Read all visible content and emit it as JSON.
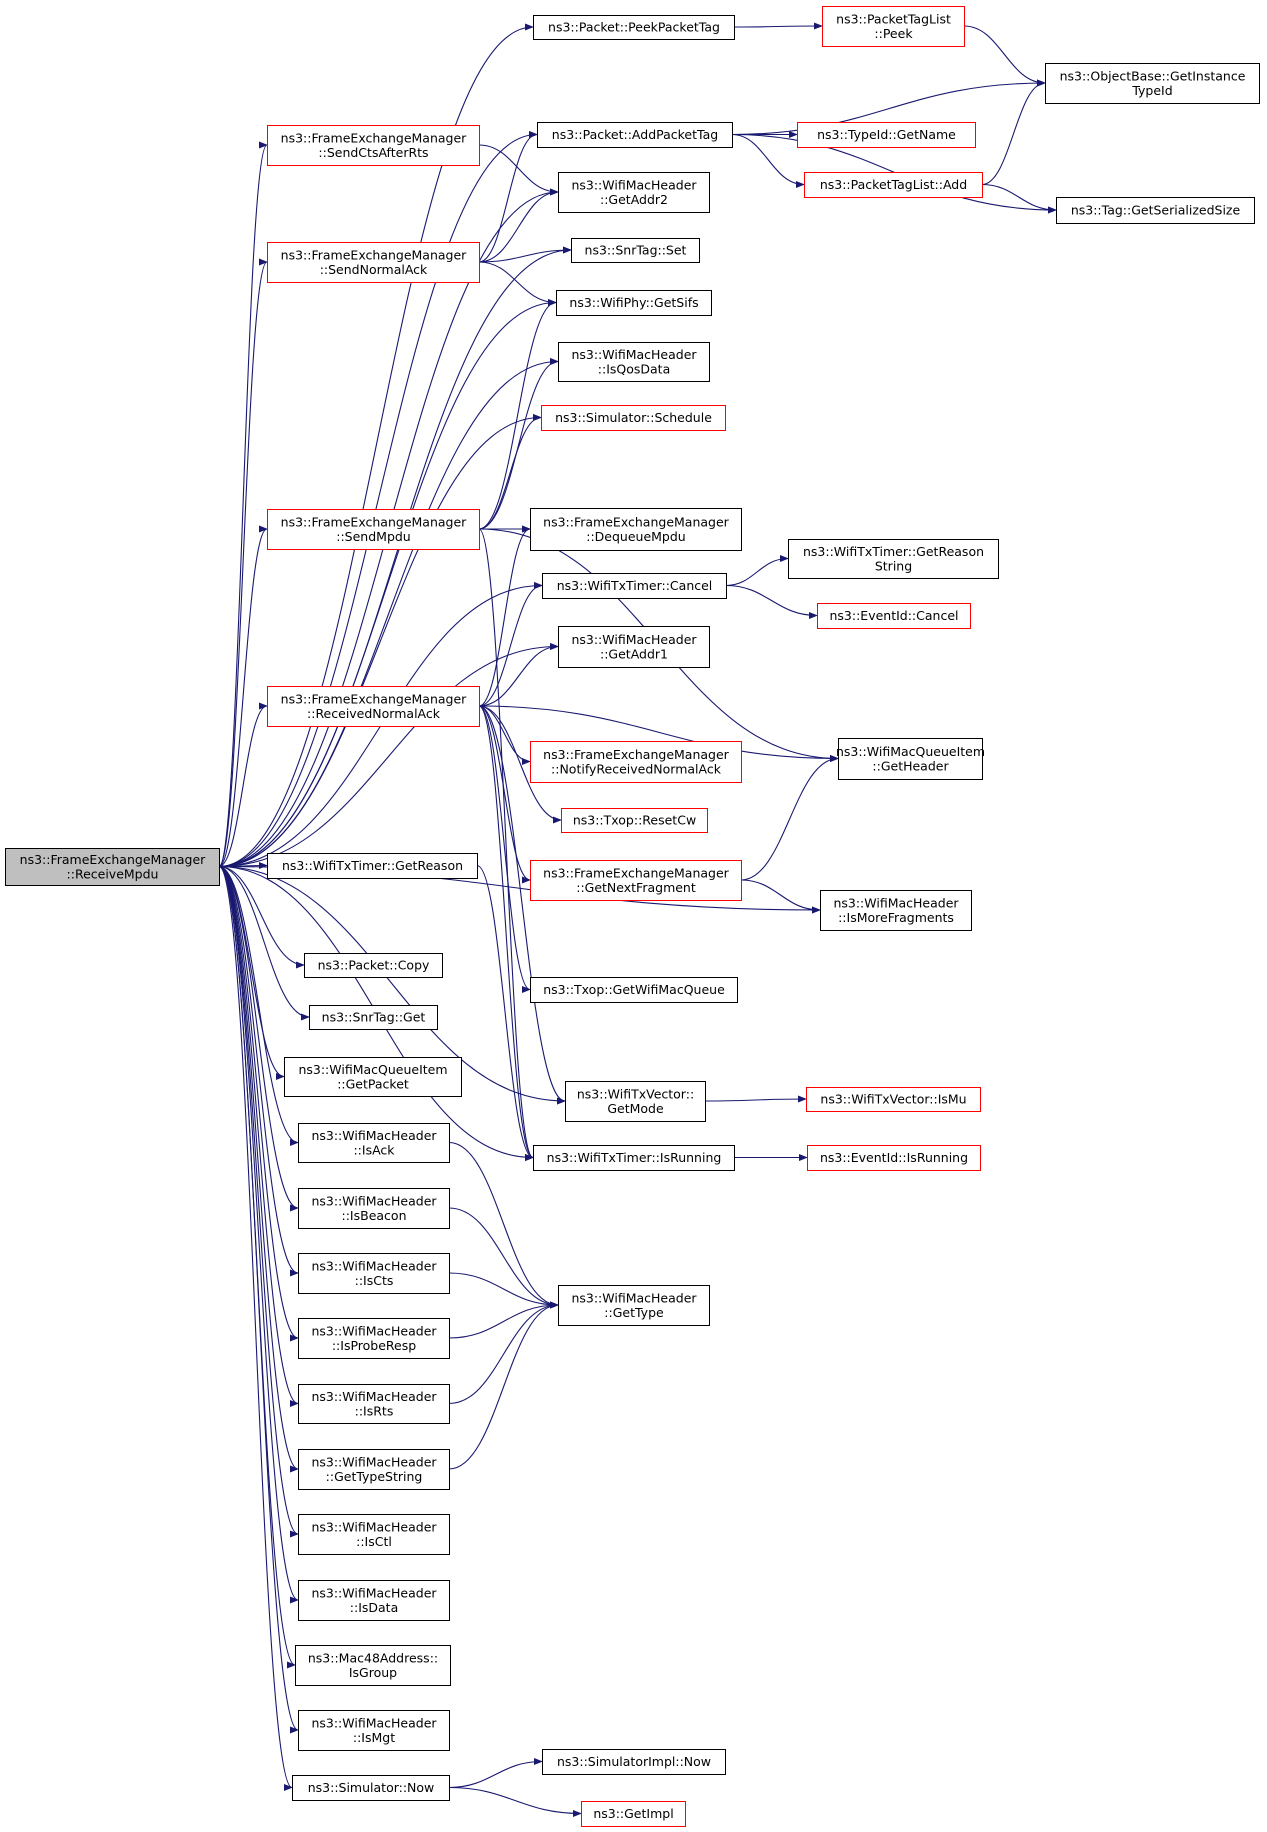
{
  "colors": {
    "edge": "#191970",
    "border_normal": "#000000",
    "border_truncated": "#ff0000",
    "root_fill": "#bfbfbf",
    "node_fill": "#ffffff"
  },
  "nodes": [
    {
      "id": "root",
      "lines": [
        "ns3::FrameExchangeManager",
        "::ReceiveMpdu"
      ],
      "style": "root"
    },
    {
      "id": "peekPacketTag",
      "lines": [
        "ns3::Packet::PeekPacketTag"
      ],
      "style": "normal"
    },
    {
      "id": "ptlPeek",
      "lines": [
        "ns3::PacketTagList",
        "::Peek"
      ],
      "style": "truncated"
    },
    {
      "id": "getInstanceTypeId",
      "lines": [
        "ns3::ObjectBase::GetInstance",
        "TypeId"
      ],
      "style": "normal"
    },
    {
      "id": "addPacketTag",
      "lines": [
        "ns3::Packet::AddPacketTag"
      ],
      "style": "normal"
    },
    {
      "id": "typeIdGetName",
      "lines": [
        "ns3::TypeId::GetName"
      ],
      "style": "truncated"
    },
    {
      "id": "ptlAdd",
      "lines": [
        "ns3::PacketTagList::Add"
      ],
      "style": "truncated"
    },
    {
      "id": "tagGetSerializedSize",
      "lines": [
        "ns3::Tag::GetSerializedSize"
      ],
      "style": "normal"
    },
    {
      "id": "sendCtsAfterRts",
      "lines": [
        "ns3::FrameExchangeManager",
        "::SendCtsAfterRts"
      ],
      "style": "truncated"
    },
    {
      "id": "getAddr2",
      "lines": [
        "ns3::WifiMacHeader",
        "::GetAddr2"
      ],
      "style": "normal"
    },
    {
      "id": "sendNormalAck",
      "lines": [
        "ns3::FrameExchangeManager",
        "::SendNormalAck"
      ],
      "style": "truncated"
    },
    {
      "id": "snrTagSet",
      "lines": [
        "ns3::SnrTag::Set"
      ],
      "style": "normal"
    },
    {
      "id": "getSifs",
      "lines": [
        "ns3::WifiPhy::GetSifs"
      ],
      "style": "normal"
    },
    {
      "id": "isQosData",
      "lines": [
        "ns3::WifiMacHeader",
        "::IsQosData"
      ],
      "style": "normal"
    },
    {
      "id": "simSchedule",
      "lines": [
        "ns3::Simulator::Schedule"
      ],
      "style": "truncated"
    },
    {
      "id": "sendMpdu",
      "lines": [
        "ns3::FrameExchangeManager",
        "::SendMpdu"
      ],
      "style": "truncated"
    },
    {
      "id": "dequeueMpdu",
      "lines": [
        "ns3::FrameExchangeManager",
        "::DequeueMpdu"
      ],
      "style": "normal"
    },
    {
      "id": "getReasonString",
      "lines": [
        "ns3::WifiTxTimer::GetReason",
        "String"
      ],
      "style": "normal"
    },
    {
      "id": "timerCancel",
      "lines": [
        "ns3::WifiTxTimer::Cancel"
      ],
      "style": "normal"
    },
    {
      "id": "eventCancel",
      "lines": [
        "ns3::EventId::Cancel"
      ],
      "style": "truncated"
    },
    {
      "id": "getAddr1",
      "lines": [
        "ns3::WifiMacHeader",
        "::GetAddr1"
      ],
      "style": "normal"
    },
    {
      "id": "receivedNormalAck",
      "lines": [
        "ns3::FrameExchangeManager",
        "::ReceivedNormalAck"
      ],
      "style": "truncated"
    },
    {
      "id": "queueItemGetHeader",
      "lines": [
        "ns3::WifiMacQueueItem",
        "::GetHeader"
      ],
      "style": "normal"
    },
    {
      "id": "notifyReceivedNormalAck",
      "lines": [
        "ns3::FrameExchangeManager",
        "::NotifyReceivedNormalAck"
      ],
      "style": "truncated"
    },
    {
      "id": "resetCw",
      "lines": [
        "ns3::Txop::ResetCw"
      ],
      "style": "truncated"
    },
    {
      "id": "getReason",
      "lines": [
        "ns3::WifiTxTimer::GetReason"
      ],
      "style": "normal"
    },
    {
      "id": "getNextFragment",
      "lines": [
        "ns3::FrameExchangeManager",
        "::GetNextFragment"
      ],
      "style": "truncated"
    },
    {
      "id": "isMoreFragments",
      "lines": [
        "ns3::WifiMacHeader",
        "::IsMoreFragments"
      ],
      "style": "normal"
    },
    {
      "id": "packetCopy",
      "lines": [
        "ns3::Packet::Copy"
      ],
      "style": "normal"
    },
    {
      "id": "getWifiMacQueue",
      "lines": [
        "ns3::Txop::GetWifiMacQueue"
      ],
      "style": "normal"
    },
    {
      "id": "snrTagGet",
      "lines": [
        "ns3::SnrTag::Get"
      ],
      "style": "normal"
    },
    {
      "id": "getPacket",
      "lines": [
        "ns3::WifiMacQueueItem",
        "::GetPacket"
      ],
      "style": "normal"
    },
    {
      "id": "txVectorGetMode",
      "lines": [
        "ns3::WifiTxVector::",
        "GetMode"
      ],
      "style": "normal"
    },
    {
      "id": "txVectorIsMu",
      "lines": [
        "ns3::WifiTxVector::IsMu"
      ],
      "style": "truncated"
    },
    {
      "id": "isAck",
      "lines": [
        "ns3::WifiMacHeader",
        "::IsAck"
      ],
      "style": "normal"
    },
    {
      "id": "timerIsRunning",
      "lines": [
        "ns3::WifiTxTimer::IsRunning"
      ],
      "style": "normal"
    },
    {
      "id": "eventIsRunning",
      "lines": [
        "ns3::EventId::IsRunning"
      ],
      "style": "truncated"
    },
    {
      "id": "isBeacon",
      "lines": [
        "ns3::WifiMacHeader",
        "::IsBeacon"
      ],
      "style": "normal"
    },
    {
      "id": "isCts",
      "lines": [
        "ns3::WifiMacHeader",
        "::IsCts"
      ],
      "style": "normal"
    },
    {
      "id": "getType",
      "lines": [
        "ns3::WifiMacHeader",
        "::GetType"
      ],
      "style": "normal"
    },
    {
      "id": "isProbeResp",
      "lines": [
        "ns3::WifiMacHeader",
        "::IsProbeResp"
      ],
      "style": "normal"
    },
    {
      "id": "isRts",
      "lines": [
        "ns3::WifiMacHeader",
        "::IsRts"
      ],
      "style": "normal"
    },
    {
      "id": "getTypeString",
      "lines": [
        "ns3::WifiMacHeader",
        "::GetTypeString"
      ],
      "style": "normal"
    },
    {
      "id": "isCtl",
      "lines": [
        "ns3::WifiMacHeader",
        "::IsCtl"
      ],
      "style": "normal"
    },
    {
      "id": "isData",
      "lines": [
        "ns3::WifiMacHeader",
        "::IsData"
      ],
      "style": "normal"
    },
    {
      "id": "isGroup",
      "lines": [
        "ns3::Mac48Address::",
        "IsGroup"
      ],
      "style": "normal"
    },
    {
      "id": "isMgt",
      "lines": [
        "ns3::WifiMacHeader",
        "::IsMgt"
      ],
      "style": "normal"
    },
    {
      "id": "simulatorNow",
      "lines": [
        "ns3::Simulator::Now"
      ],
      "style": "normal"
    },
    {
      "id": "simImplNow",
      "lines": [
        "ns3::SimulatorImpl::Now"
      ],
      "style": "normal"
    },
    {
      "id": "getImpl",
      "lines": [
        "ns3::GetImpl"
      ],
      "style": "truncated"
    }
  ],
  "edges": [
    [
      "root",
      "peekPacketTag"
    ],
    [
      "root",
      "addPacketTag"
    ],
    [
      "root",
      "sendCtsAfterRts"
    ],
    [
      "root",
      "getAddr2"
    ],
    [
      "root",
      "sendNormalAck"
    ],
    [
      "root",
      "snrTagSet"
    ],
    [
      "root",
      "getSifs"
    ],
    [
      "root",
      "isQosData"
    ],
    [
      "root",
      "simSchedule"
    ],
    [
      "root",
      "sendMpdu"
    ],
    [
      "root",
      "timerCancel"
    ],
    [
      "root",
      "getAddr1"
    ],
    [
      "root",
      "receivedNormalAck"
    ],
    [
      "root",
      "getReason"
    ],
    [
      "root",
      "isMoreFragments"
    ],
    [
      "root",
      "packetCopy"
    ],
    [
      "root",
      "snrTagGet"
    ],
    [
      "root",
      "getPacket"
    ],
    [
      "root",
      "txVectorGetMode"
    ],
    [
      "root",
      "isAck"
    ],
    [
      "root",
      "timerIsRunning"
    ],
    [
      "root",
      "isBeacon"
    ],
    [
      "root",
      "isCts"
    ],
    [
      "root",
      "isProbeResp"
    ],
    [
      "root",
      "isRts"
    ],
    [
      "root",
      "getTypeString"
    ],
    [
      "root",
      "isCtl"
    ],
    [
      "root",
      "isData"
    ],
    [
      "root",
      "isGroup"
    ],
    [
      "root",
      "isMgt"
    ],
    [
      "root",
      "simulatorNow"
    ],
    [
      "peekPacketTag",
      "ptlPeek"
    ],
    [
      "ptlPeek",
      "getInstanceTypeId"
    ],
    [
      "addPacketTag",
      "getInstanceTypeId"
    ],
    [
      "addPacketTag",
      "typeIdGetName"
    ],
    [
      "addPacketTag",
      "ptlAdd"
    ],
    [
      "addPacketTag",
      "tagGetSerializedSize"
    ],
    [
      "ptlAdd",
      "getInstanceTypeId"
    ],
    [
      "ptlAdd",
      "tagGetSerializedSize"
    ],
    [
      "sendCtsAfterRts",
      "getAddr2"
    ],
    [
      "sendNormalAck",
      "addPacketTag"
    ],
    [
      "sendNormalAck",
      "getAddr2"
    ],
    [
      "sendNormalAck",
      "snrTagSet"
    ],
    [
      "sendNormalAck",
      "getSifs"
    ],
    [
      "sendMpdu",
      "getSifs"
    ],
    [
      "sendMpdu",
      "isQosData"
    ],
    [
      "sendMpdu",
      "simSchedule"
    ],
    [
      "sendMpdu",
      "dequeueMpdu"
    ],
    [
      "sendMpdu",
      "queueItemGetHeader"
    ],
    [
      "sendMpdu",
      "timerIsRunning"
    ],
    [
      "timerCancel",
      "getReasonString"
    ],
    [
      "timerCancel",
      "eventCancel"
    ],
    [
      "receivedNormalAck",
      "dequeueMpdu"
    ],
    [
      "receivedNormalAck",
      "timerCancel"
    ],
    [
      "receivedNormalAck",
      "getAddr1"
    ],
    [
      "receivedNormalAck",
      "queueItemGetHeader"
    ],
    [
      "receivedNormalAck",
      "notifyReceivedNormalAck"
    ],
    [
      "receivedNormalAck",
      "resetCw"
    ],
    [
      "receivedNormalAck",
      "getNextFragment"
    ],
    [
      "receivedNormalAck",
      "getWifiMacQueue"
    ],
    [
      "receivedNormalAck",
      "txVectorGetMode"
    ],
    [
      "receivedNormalAck",
      "timerIsRunning"
    ],
    [
      "getNextFragment",
      "queueItemGetHeader"
    ],
    [
      "getNextFragment",
      "isMoreFragments"
    ],
    [
      "getReason",
      "timerIsRunning"
    ],
    [
      "txVectorGetMode",
      "txVectorIsMu"
    ],
    [
      "timerIsRunning",
      "eventIsRunning"
    ],
    [
      "isAck",
      "getType"
    ],
    [
      "isBeacon",
      "getType"
    ],
    [
      "isCts",
      "getType"
    ],
    [
      "isProbeResp",
      "getType"
    ],
    [
      "isRts",
      "getType"
    ],
    [
      "getTypeString",
      "getType"
    ],
    [
      "simulatorNow",
      "simImplNow"
    ],
    [
      "simulatorNow",
      "getImpl"
    ]
  ]
}
